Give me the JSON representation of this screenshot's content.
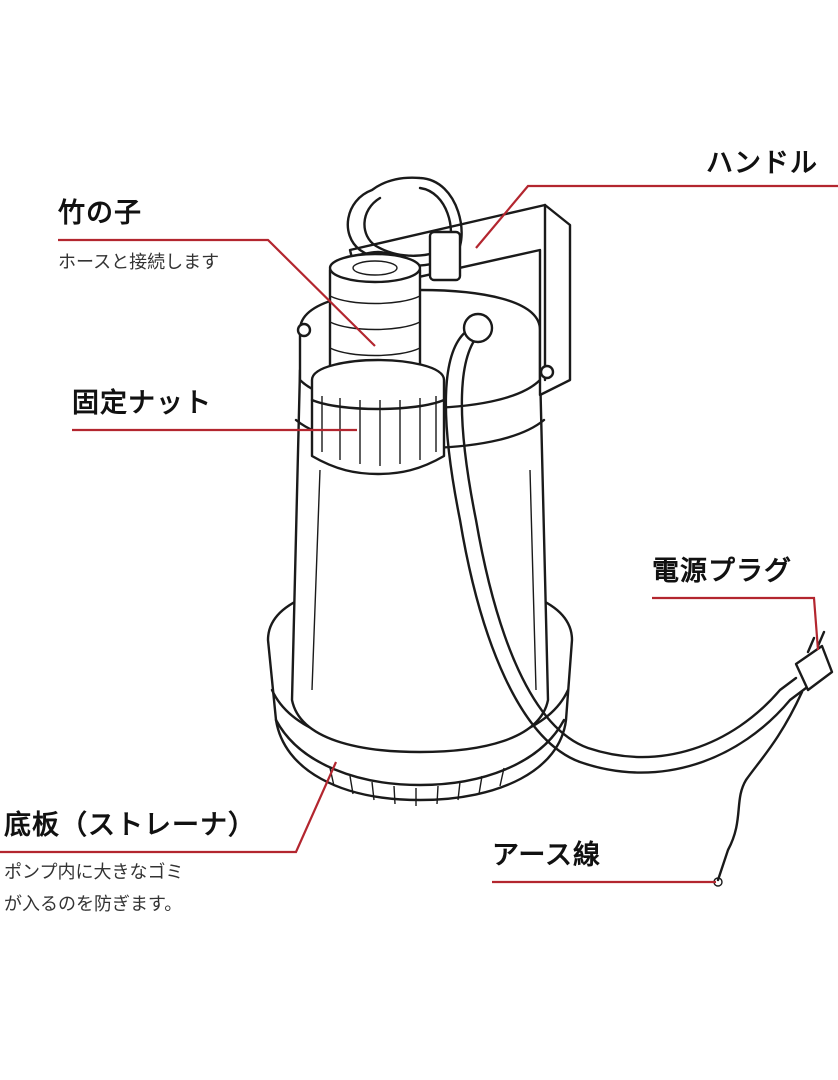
{
  "callouts": {
    "nozzle": {
      "label": "竹の子",
      "desc": "ホースと接続します"
    },
    "nut": {
      "label": "固定ナット"
    },
    "handle": {
      "label": "ハンドル"
    },
    "plug": {
      "label": "電源プラグ"
    },
    "strainer": {
      "label": "底板（ストレーナ）",
      "desc_line1": "ポンプ内に大きなゴミ",
      "desc_line2": "が入るのを防ぎます。"
    },
    "earth": {
      "label": "アース線"
    }
  },
  "colors": {
    "leader": "#b3262f",
    "outline": "#1a1a1a",
    "background": "#ffffff"
  }
}
